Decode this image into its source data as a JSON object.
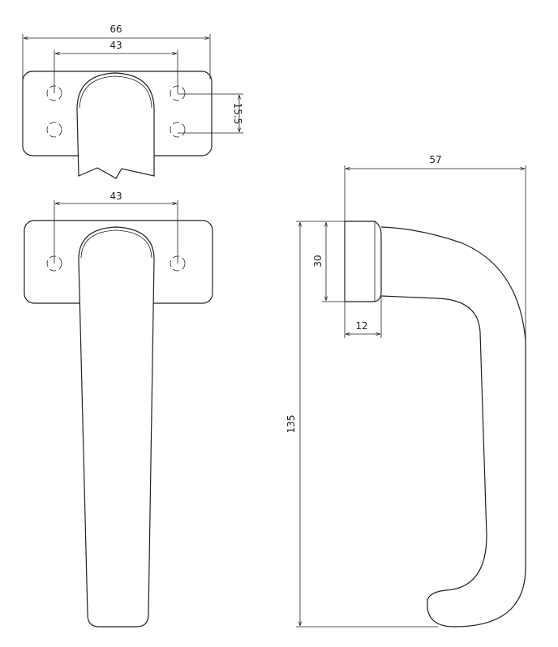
{
  "drawing": {
    "top_view": {
      "overall_width": "66",
      "hole_spacing": "43",
      "hole_vertical_spacing": "15.5"
    },
    "front_view": {
      "hole_spacing": "43"
    },
    "side_view": {
      "projection": "57",
      "rose_height": "30",
      "rose_depth": "12",
      "total_length": "135"
    }
  }
}
